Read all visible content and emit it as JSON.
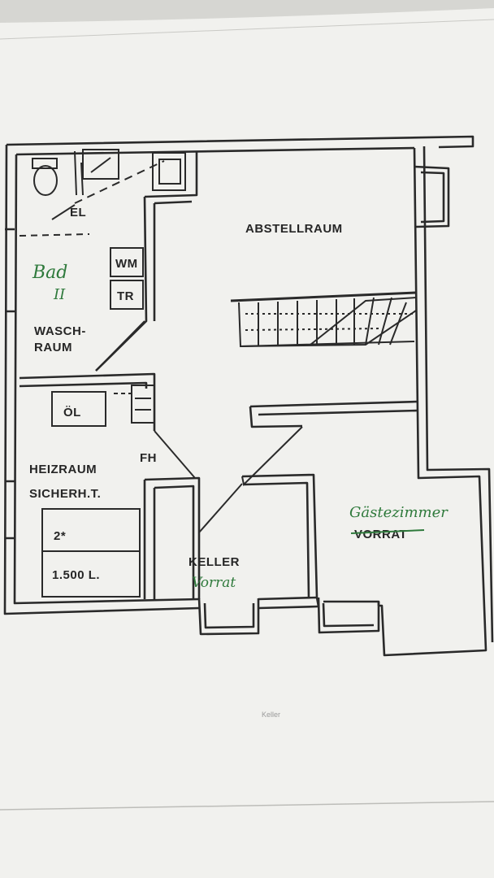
{
  "labels": {
    "abstellraum": "ABSTELLRAUM",
    "el": "EL",
    "wm": "WM",
    "tr": "TR",
    "wasch_1": "WASCH-",
    "wasch_2": "RAUM",
    "oel": "ÖL",
    "fh": "FH",
    "heizraum": "HEIZRAUM",
    "sicherht": "SICHERH.T.",
    "tank_count": "2*",
    "tank_volume": "1.500 L.",
    "keller": "KELLER",
    "vorrat_struck": "VORRAT"
  },
  "handwriting": {
    "bad": "Bad",
    "bad_num": "II",
    "gaestezimmer": "Gästezimmer",
    "vorrat": "Vorrat"
  },
  "footer": {
    "caption": "Keller"
  },
  "colors": {
    "paper": "#f3f3f0",
    "ink": "#2a2a2a",
    "handwriting": "#2f7a3c"
  }
}
